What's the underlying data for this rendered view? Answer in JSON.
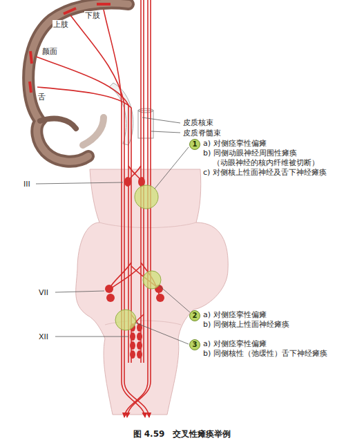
{
  "diagram": {
    "caption": "图 4.59　交叉性瘫痪举例",
    "nodes": [
      {
        "text": [
          "1",
          "a) 对侧痉挛性偏瘫",
          "b) 同侧动眼神经周围性瘫痪 （动眼神经的核内纤维被切断）",
          "c) 对侧核上性面神经及舌下神经瘫痪"
        ]
      },
      {
        "text": [
          "2",
          "a) 对侧痉挛性偏瘫",
          "b) 同侧核上性面神经瘫痪"
        ]
      },
      {
        "text": [
          "3",
          "a) 对侧痉挛性偏瘫",
          "b) 同侧核性（弛缓性）舌下神经瘫痪"
        ]
      }
    ],
    "labels": [
      "下肢",
      "上肢",
      "颜面",
      "舌",
      "皮质核束",
      "皮质脊髓束",
      "III",
      "VII",
      "XII"
    ]
  }
}
